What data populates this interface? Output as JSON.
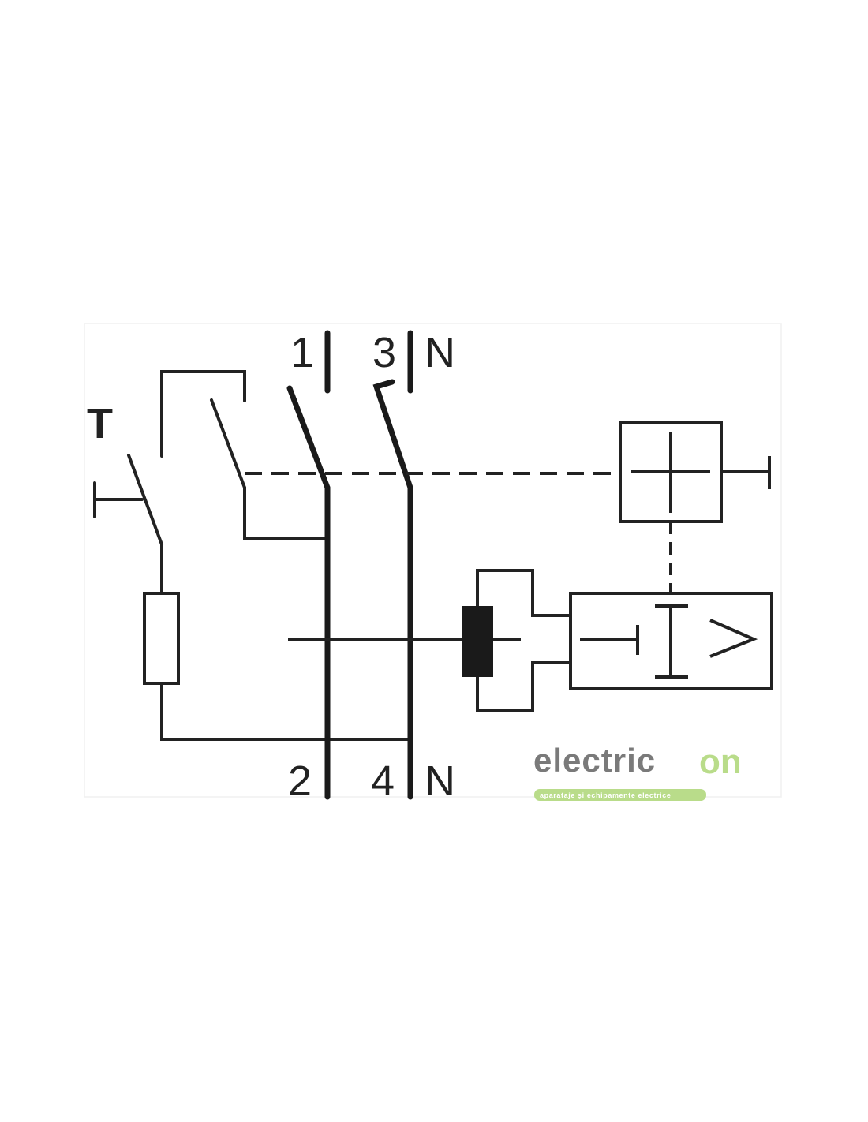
{
  "diagram": {
    "test_label": "T",
    "top_terminals": [
      "1",
      "3",
      "N"
    ],
    "bottom_terminals": [
      "2",
      "4",
      "N"
    ]
  },
  "logo": {
    "name_part1": "electric",
    "name_part2": "on",
    "tagline": "aparataje şi echipamente electrice",
    "colors": {
      "gray": "#7a7a7a",
      "green": "#b9dc8a"
    }
  }
}
